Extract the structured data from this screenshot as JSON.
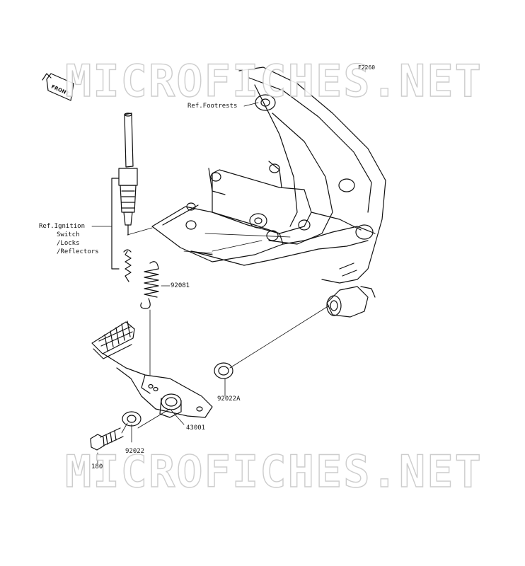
{
  "figure_code": "F2260",
  "watermark": "MICROFICHES.NET",
  "front_badge": "FRONT",
  "labels": {
    "footrests": "Ref.Footrests",
    "ignition_1": "Ref.Ignition",
    "ignition_2": "Switch",
    "ignition_3": "/Locks",
    "ignition_4": "/Reflectors",
    "spring": "92081",
    "washer_large": "92022A",
    "pedal": "43001",
    "washer_small": "92022",
    "bolt": "180"
  }
}
